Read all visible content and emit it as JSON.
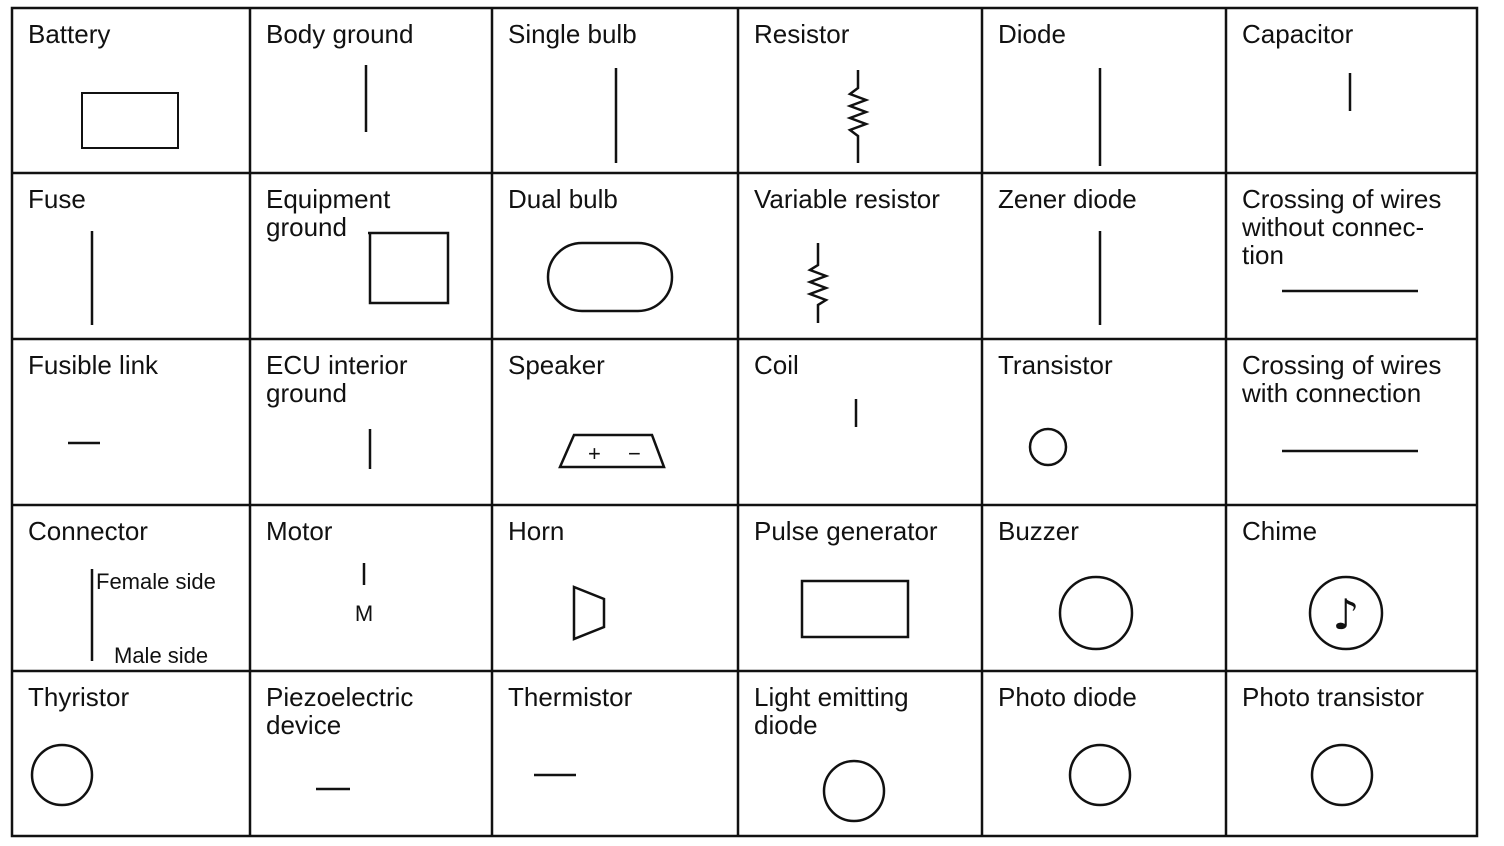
{
  "cells": [
    {
      "label": "Battery",
      "symbol": "battery-icon"
    },
    {
      "label": "Body ground",
      "symbol": "body-ground-icon"
    },
    {
      "label": "Single bulb",
      "symbol": "single-bulb-icon"
    },
    {
      "label": "Resistor",
      "symbol": "resistor-icon"
    },
    {
      "label": "Diode",
      "symbol": "diode-icon"
    },
    {
      "label": "Capacitor",
      "symbol": "capacitor-icon"
    },
    {
      "label": "Fuse",
      "symbol": "fuse-icon"
    },
    {
      "label": "Equipment\nground",
      "symbol": "equipment-ground-icon"
    },
    {
      "label": "Dual bulb",
      "symbol": "dual-bulb-icon"
    },
    {
      "label": "Variable resistor",
      "symbol": "variable-resistor-icon"
    },
    {
      "label": "Zener diode",
      "symbol": "zener-diode-icon"
    },
    {
      "label": "Crossing of wires\nwithout connec-\ntion",
      "symbol": "wire-crossing-icon"
    },
    {
      "label": "Fusible link",
      "symbol": "fusible-link-icon"
    },
    {
      "label": "ECU interior\nground",
      "symbol": "ecu-ground-icon"
    },
    {
      "label": "Speaker",
      "symbol": "speaker-icon"
    },
    {
      "label": "Coil",
      "symbol": "coil-icon"
    },
    {
      "label": "Transistor",
      "symbol": "transistor-icon"
    },
    {
      "label": "Crossing of wires\nwith connection",
      "symbol": "wire-junction-icon"
    },
    {
      "label": "Connector",
      "symbol": "connector-icon",
      "female_label": "Female  side",
      "male_label": "Male  side"
    },
    {
      "label": "Motor",
      "symbol": "motor-icon",
      "motor_letter": "M"
    },
    {
      "label": "Horn",
      "symbol": "horn-icon"
    },
    {
      "label": "Pulse generator",
      "symbol": "pulse-generator-icon"
    },
    {
      "label": "Buzzer",
      "symbol": "buzzer-icon"
    },
    {
      "label": "Chime",
      "symbol": "chime-icon",
      "note_glyph": "♪"
    },
    {
      "label": "Thyristor",
      "symbol": "thyristor-icon"
    },
    {
      "label": "Piezoelectric\ndevice",
      "symbol": "piezo-icon"
    },
    {
      "label": "Thermistor",
      "symbol": "thermistor-icon"
    },
    {
      "label": "Light emitting\ndiode",
      "symbol": "led-icon"
    },
    {
      "label": "Photo diode",
      "symbol": "photo-diode-icon"
    },
    {
      "label": "Photo transistor",
      "symbol": "photo-transistor-icon"
    }
  ],
  "speaker_plus": "+",
  "speaker_minus": "−"
}
